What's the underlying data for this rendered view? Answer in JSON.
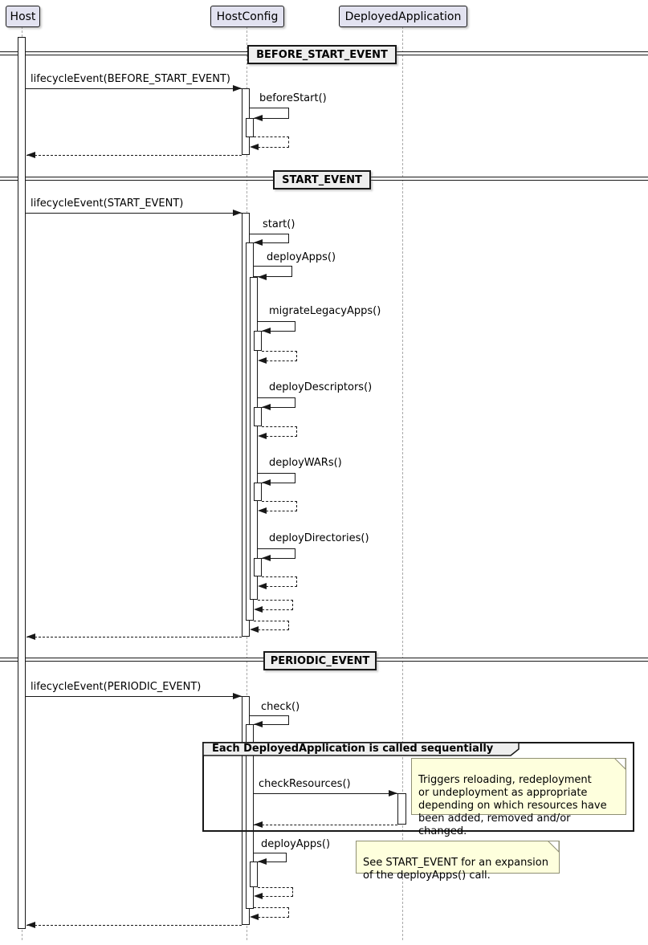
{
  "colors": {
    "background": "#FFFFFF",
    "participant_fill": "#E2E2F0",
    "line": "#181818",
    "lifeline": "#A9A9A9",
    "divider_fill": "#EEEEEE",
    "note_fill": "#FEFFDD",
    "note_border": "#8F8F74"
  },
  "participants": [
    {
      "id": "host",
      "label": "Host"
    },
    {
      "id": "hostconfig",
      "label": "HostConfig"
    },
    {
      "id": "deployedapplication",
      "label": "DeployedApplication"
    }
  ],
  "dividers": [
    {
      "label": "BEFORE_START_EVENT"
    },
    {
      "label": "START_EVENT"
    },
    {
      "label": "PERIODIC_EVENT"
    }
  ],
  "messages": {
    "lifecycle_before_start": "lifecycleEvent(BEFORE_START_EVENT)",
    "before_start": "beforeStart()",
    "lifecycle_start": "lifecycleEvent(START_EVENT)",
    "start": "start()",
    "deploy_apps": "deployApps()",
    "migrate_legacy_apps": "migrateLegacyApps()",
    "deploy_descriptors": "deployDescriptors()",
    "deploy_wars": "deployWARs()",
    "deploy_directories": "deployDirectories()",
    "lifecycle_periodic": "lifecycleEvent(PERIODIC_EVENT)",
    "check": "check()",
    "check_resources": "checkResources()",
    "deploy_apps_periodic": "deployApps()"
  },
  "group": {
    "label": "Each DeployedApplication is called sequentially"
  },
  "notes": {
    "check_resources": "Triggers reloading, redeployment\nor undeployment as appropriate\ndepending on which resources have\nbeen added, removed and/or changed.",
    "deploy_apps": "See START_EVENT for an expansion\nof the deployApps() call."
  }
}
